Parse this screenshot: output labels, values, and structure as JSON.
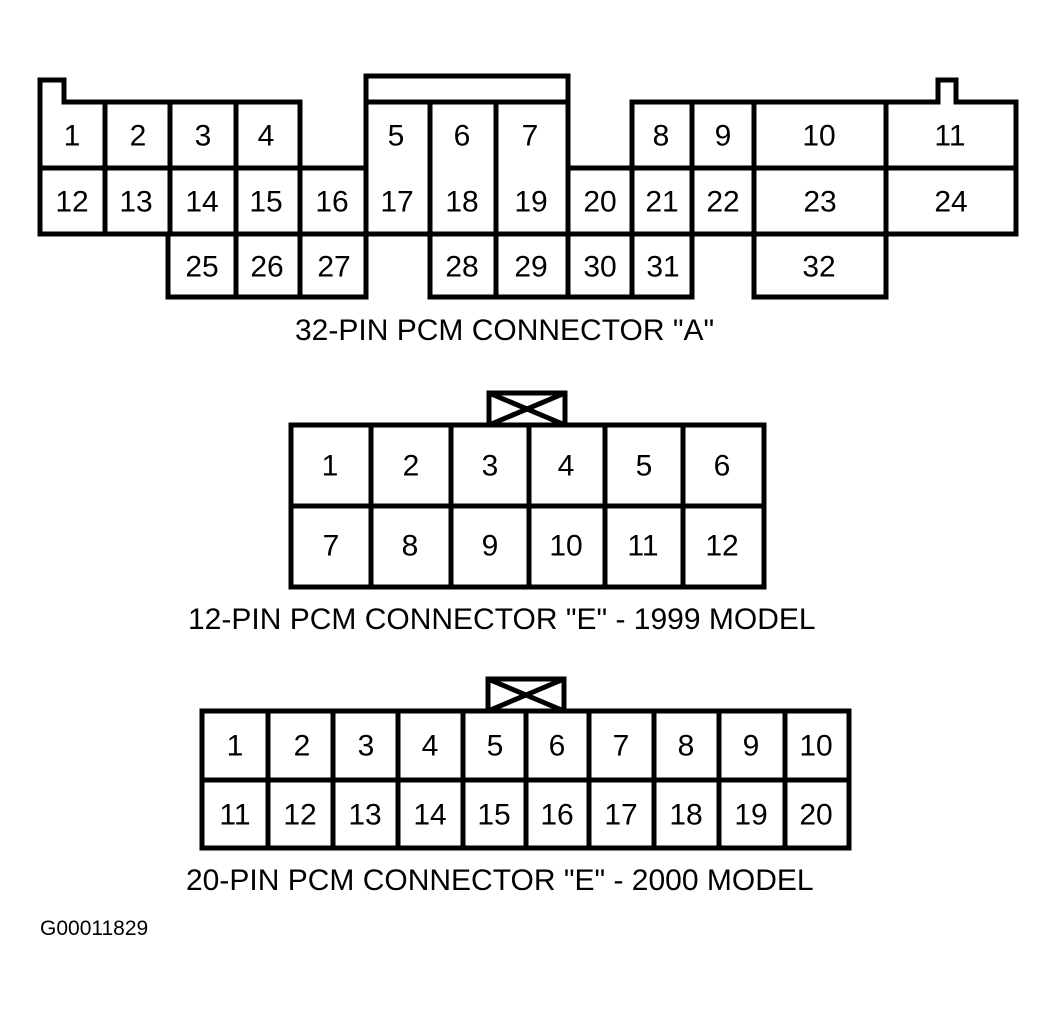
{
  "connectorA": {
    "caption": "32-PIN PCM CONNECTOR \"A\"",
    "pins": [
      "1",
      "2",
      "3",
      "4",
      "5",
      "6",
      "7",
      "8",
      "9",
      "10",
      "11",
      "12",
      "13",
      "14",
      "15",
      "16",
      "17",
      "18",
      "19",
      "20",
      "21",
      "22",
      "23",
      "24",
      "25",
      "26",
      "27",
      "28",
      "29",
      "30",
      "31",
      "32"
    ]
  },
  "connectorE1999": {
    "caption": "12-PIN PCM CONNECTOR \"E\" - 1999 MODEL",
    "pins": [
      "1",
      "2",
      "3",
      "4",
      "5",
      "6",
      "7",
      "8",
      "9",
      "10",
      "11",
      "12"
    ]
  },
  "connectorE2000": {
    "caption": "20-PIN PCM CONNECTOR \"E\" - 2000 MODEL",
    "pins": [
      "1",
      "2",
      "3",
      "4",
      "5",
      "6",
      "7",
      "8",
      "9",
      "10",
      "11",
      "12",
      "13",
      "14",
      "15",
      "16",
      "17",
      "18",
      "19",
      "20"
    ]
  },
  "figure_id": "G00011829",
  "colors": {
    "stroke": "#000000",
    "background": "#ffffff"
  }
}
